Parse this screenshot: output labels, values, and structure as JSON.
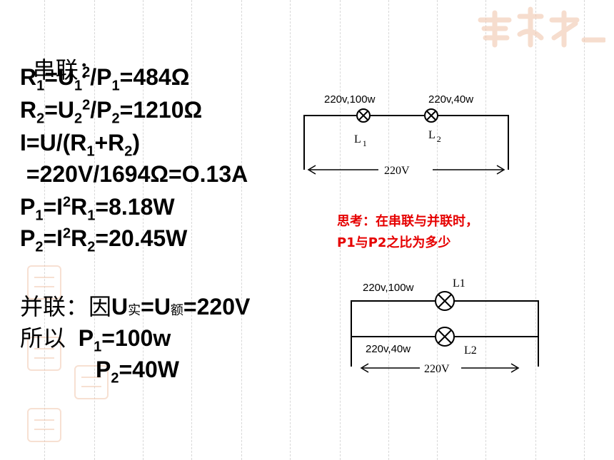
{
  "series_section": {
    "heading": "串联：",
    "r1": {
      "sym": "R",
      "sub": "1",
      "eq": "=U",
      "sub2": "1",
      "sup": "2",
      "div": "/P",
      "sub3": "1",
      "result": "=484Ω"
    },
    "r2": {
      "sym": "R",
      "sub": "2",
      "eq": "=U",
      "sub2": "2",
      "sup": "2",
      "div": "/P",
      "sub3": "2",
      "result": "=1210Ω"
    },
    "current": {
      "a": "I=U/(R",
      "sub1": "1",
      "b": "+R",
      "sub2": "2",
      "c": ")"
    },
    "current_value": " =220V/1694Ω=O.13A",
    "p1": {
      "sym": "P",
      "sub": "1",
      "a": "=I",
      "sup": "2",
      "b": "R",
      "sub2": "1",
      "result": "=8.18W"
    },
    "p2": {
      "sym": "P",
      "sub": "2",
      "a": "=I",
      "sup": "2",
      "b": "R",
      "sub2": "2",
      "result": "=20.45W"
    }
  },
  "parallel_section": {
    "line1_cn": "并联：因",
    "line1_u": "U",
    "line1_sub_actual": "实",
    "line1_eq": "=U",
    "line1_sub_rated": "额",
    "line1_val": "=220V",
    "line2_cn": "所以",
    "p1": {
      "sym": "P",
      "sub": "1",
      "result": "=100w"
    },
    "p2": {
      "sym": "P",
      "sub": "2",
      "result": "=40W"
    }
  },
  "series_circuit": {
    "lamp1_label": "220v,100w",
    "lamp2_label": "220v,40w",
    "lamp1_name": "L",
    "lamp1_sub": "1",
    "lamp2_name": "L",
    "lamp2_sub": "2",
    "voltage": "220V"
  },
  "question": {
    "line1": "思考：在串联与并联时，",
    "line2": "P1与P2之比为多少"
  },
  "parallel_circuit": {
    "lamp1_label": "220v,100w",
    "lamp1_name": "L1",
    "lamp2_label": "220v,40w",
    "lamp2_name": "L2",
    "voltage": "220V"
  },
  "colors": {
    "question": "#e60000",
    "text": "#000000",
    "decor": "#f1c7ae"
  }
}
